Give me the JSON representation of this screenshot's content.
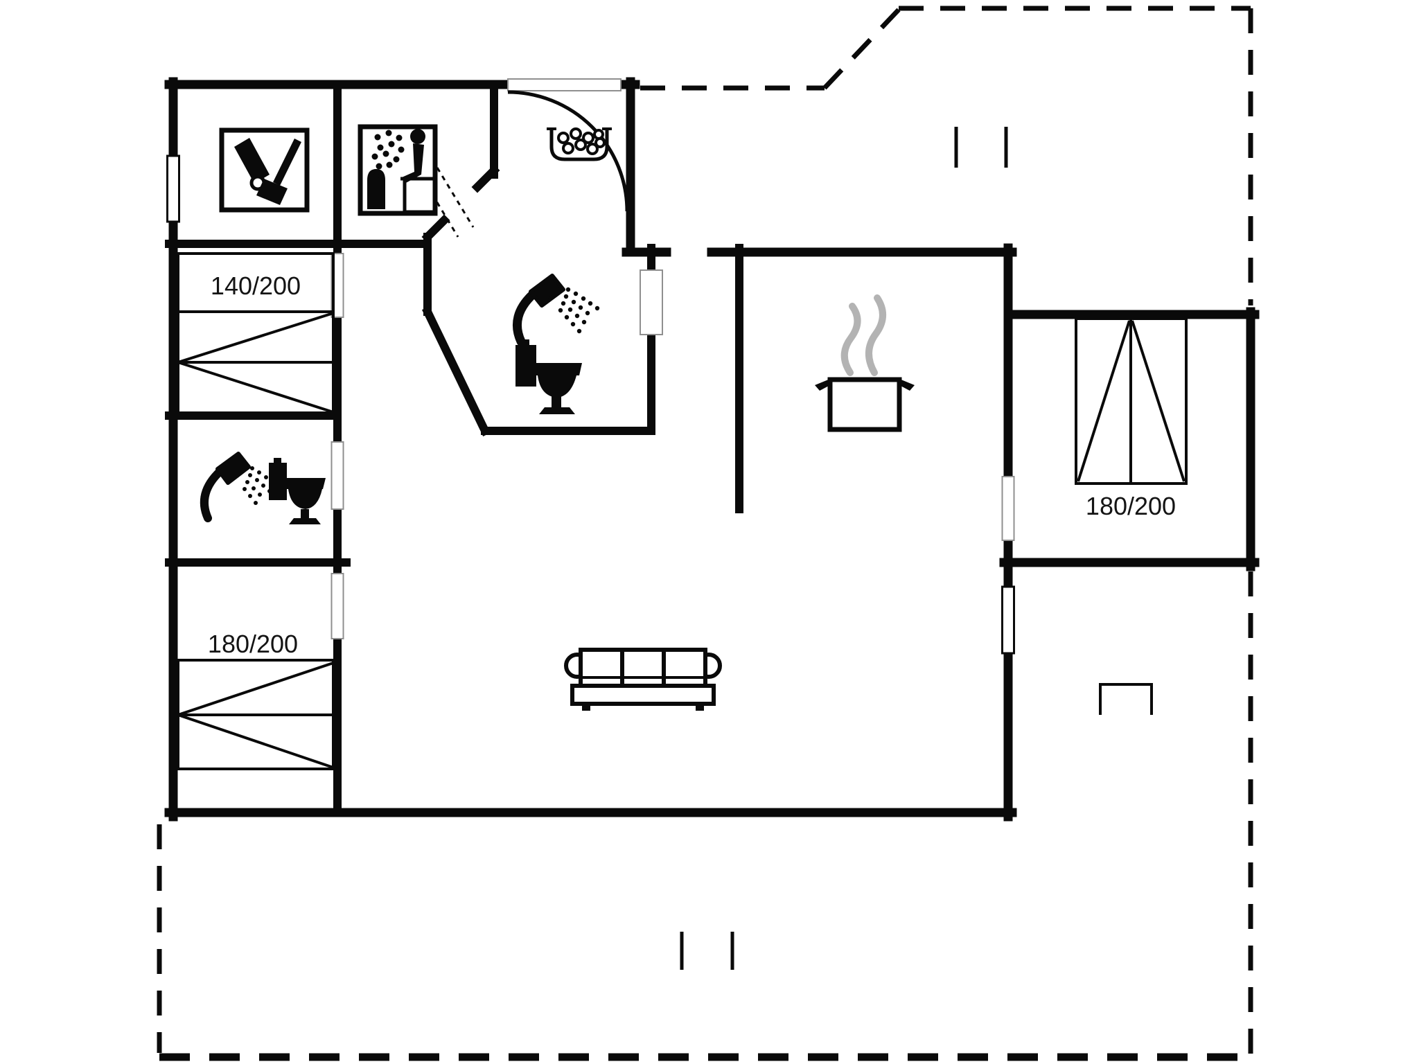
{
  "plan": {
    "type": "holiday-house-floor-plan",
    "bed_labels": {
      "bedroom1": "140/200",
      "bedroom2": "180/200",
      "bedroom3": "180/200"
    },
    "colors": {
      "wall": "#0a0a0a",
      "background": "#ffffff",
      "steam": "#b3b3b3",
      "door_leaf_line": "#8f8f8f"
    },
    "icons": [
      "utility-cleaning-icon",
      "sauna-icon",
      "whirlpool-icon",
      "shower-icon",
      "toilet-icon",
      "shower-icon-2",
      "toilet-icon-2",
      "stove-pot-icon",
      "sofa-icon",
      "grill-icon"
    ],
    "line_styles": {
      "terrace_boundary": "dashed",
      "walls": "solid-thick",
      "door_swing": "arc"
    }
  }
}
